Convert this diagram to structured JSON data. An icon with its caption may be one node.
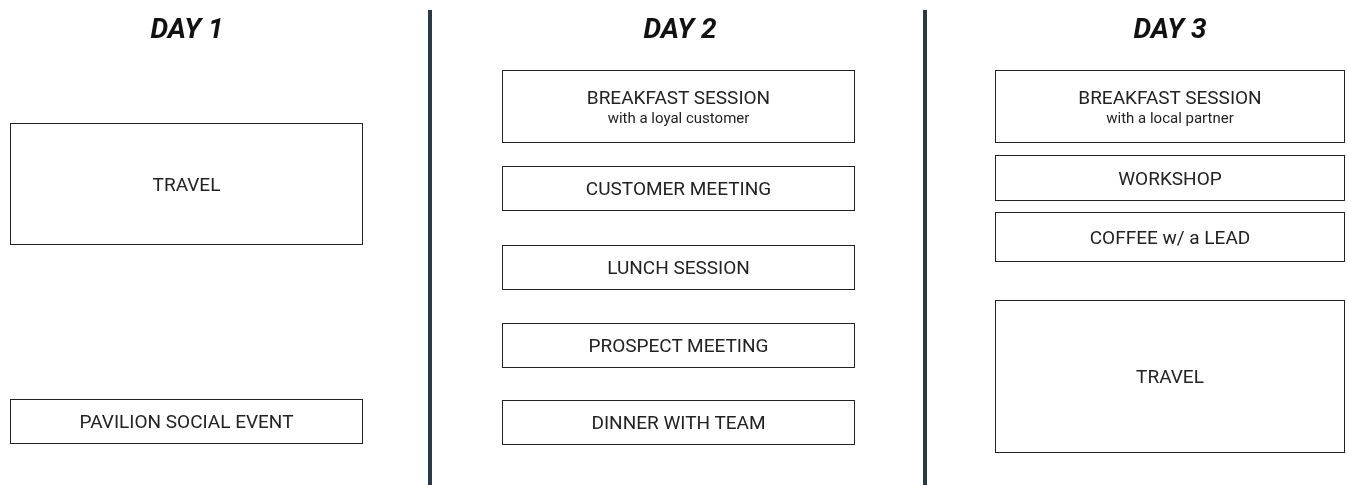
{
  "diagram": {
    "nodes": [
      {
        "text": [
          "TRAVEL"
        ]
      },
      {
        "text": [
          "PAVILION SOCIAL EVENT"
        ]
      },
      {
        "text": [
          "BREAKFAST SESSION",
          "with a loyal customer"
        ]
      },
      {
        "text": [
          "CUSTOMER MEETING"
        ]
      },
      {
        "text": [
          "LUNCH SESSION"
        ]
      },
      {
        "text": [
          "PROSPECT MEETING"
        ]
      },
      {
        "text": [
          "DINNER WITH TEAM"
        ]
      },
      {
        "text": [
          "BREAKFAST SESSION",
          "with a local partner"
        ]
      },
      {
        "text": [
          "WORKSHOP"
        ]
      },
      {
        "text": [
          "COFFEE w/ a LEAD"
        ]
      },
      {
        "text": [
          "TRAVEL"
        ]
      }
    ],
    "edges": [],
    "labels": [
      "DAY 1",
      "DAY 2",
      "DAY 3"
    ]
  }
}
